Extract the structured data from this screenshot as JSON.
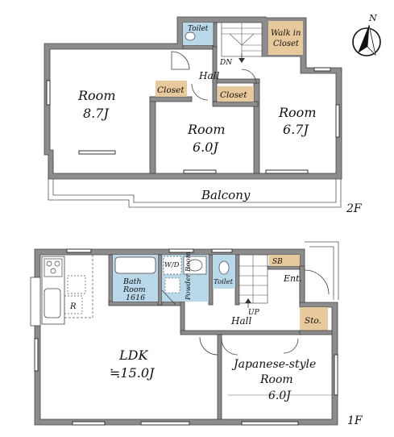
{
  "compass": {
    "label": "N",
    "icon": "north-arrow-icon"
  },
  "colors": {
    "wall": "#8c8c8c",
    "wet_area": "#b9d8ea",
    "storage": "#e8c99b"
  },
  "floor2": {
    "label": "2F",
    "toilet": "Toilet",
    "walk_in_closet_line1": "Walk in",
    "walk_in_closet_line2": "Closet",
    "dn": "DN",
    "hall": "Hall",
    "closet_left": "Closet",
    "closet_right": "Closet",
    "room_west": {
      "name": "Room",
      "size": "8.7J"
    },
    "room_center": {
      "name": "Room",
      "size": "6.0J"
    },
    "room_east": {
      "name": "Room",
      "size": "6.7J"
    },
    "balcony": "Balcony"
  },
  "floor1": {
    "label": "1F",
    "wd": "W/D",
    "bath_room": {
      "name_line1": "Bath",
      "name_line2": "Room",
      "size": "1616"
    },
    "powder_room": "Powder Room",
    "toilet": "Toilet",
    "sb": "SB",
    "ent": "Ent.",
    "up": "UP",
    "hall": "Hall",
    "sto": "Sto.",
    "ldk": {
      "name": "LDK",
      "size": "≒15.0J"
    },
    "r_mark": "R",
    "japanese_room": {
      "name_line1": "Japanese-style",
      "name_line2": "Room",
      "size": "6.0J"
    }
  }
}
